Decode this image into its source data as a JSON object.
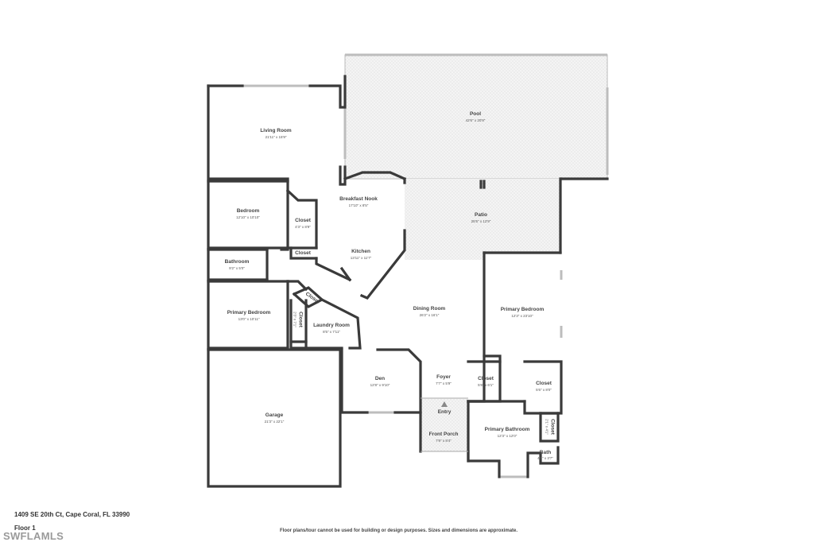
{
  "address": "1409 SE 20th Ct, Cape Coral, FL 33990",
  "floor_label": "Floor 1",
  "disclaimer": "Floor plans/tour cannot be used for building or design purposes. Sizes and dimensions are approximate.",
  "watermark": "SWFLAMLS",
  "colors": {
    "wall": "#3a3a3a",
    "outdoor_fill": "#f1f1f1",
    "window": "#bdbdbd"
  },
  "rooms": {
    "pool": {
      "name": "Pool",
      "dim": "42'6\" x 20'9\""
    },
    "living_room": {
      "name": "Living Room",
      "dim": "21'11\" x 15'9\""
    },
    "breakfast_nook": {
      "name": "Breakfast Nook",
      "dim": "17'10\" x 8'5\""
    },
    "patio": {
      "name": "Patio",
      "dim": "25'5\" x 12'9\""
    },
    "bedroom": {
      "name": "Bedroom",
      "dim": "12'10\" x 10'10\""
    },
    "closet_bed": {
      "name": "Closet",
      "dim": "4'3\" x 8'9\""
    },
    "closet_small": {
      "name": "Closet"
    },
    "kitchen": {
      "name": "Kitchen",
      "dim": "13'11\" x 11'7\""
    },
    "bathroom": {
      "name": "Bathroom",
      "dim": "9'2\" x 5'0\""
    },
    "closet_diag": {
      "name": "Closet"
    },
    "dining_room": {
      "name": "Dining Room",
      "dim": "26'2\" x 16'1\""
    },
    "primary_bedroom_right": {
      "name": "Primary Bedroom",
      "dim": "12'3\" x 23'10\""
    },
    "primary_bedroom_left": {
      "name": "Primary Bedroom",
      "dim": "13'0\" x 10'11\""
    },
    "closet_vert": {
      "name": "Closet",
      "dim": "2'3\" x 7'1\""
    },
    "laundry_room": {
      "name": "Laundry Room",
      "dim": "8'5\" x 7'11\""
    },
    "den": {
      "name": "Den",
      "dim": "12'8\" x 9'10\""
    },
    "foyer": {
      "name": "Foyer",
      "dim": "7'7\" x 5'9\""
    },
    "closet_a": {
      "name": "Closet",
      "dim": "5'6\" x 6'1\""
    },
    "closet_b": {
      "name": "Closet",
      "dim": "5'6\" x 8'0\""
    },
    "entry": {
      "name": "Entry"
    },
    "garage": {
      "name": "Garage",
      "dim": "21'3\" x 22'1\""
    },
    "front_porch": {
      "name": "Front Porch",
      "dim": "7'9\" x 8'4\""
    },
    "primary_bathroom": {
      "name": "Primary Bathroom",
      "dim": "12'3\" x 12'0\""
    },
    "closet_bath": {
      "name": "Closet",
      "dim": "2'1\" x 4'1\""
    },
    "bath": {
      "name": "Bath",
      "dim": "4'1\" x 3'7\""
    }
  }
}
